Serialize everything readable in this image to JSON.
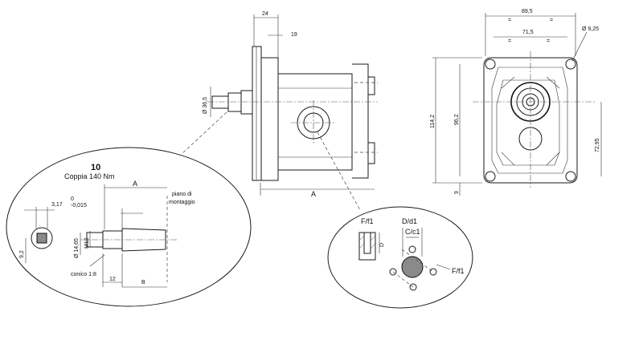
{
  "side_view": {
    "dim_24": "24",
    "dim_19": "19",
    "dim_d365": "Ø 36,5",
    "label_A": "A"
  },
  "front_view": {
    "dim_895": "89,5",
    "dim_715": "71,5",
    "dim_d925": "Ø 9,25",
    "dim_1142": "114,2",
    "dim_962": "96,2",
    "dim_7295": "72,95",
    "dim_9": "9",
    "eq_marks": [
      "=",
      "=",
      "=",
      "="
    ]
  },
  "shaft_detail": {
    "number": "10",
    "torque": "Coppia 140 Nm",
    "dim_A": "A",
    "piano_line1": "piano di",
    "piano_line2": "montaggio",
    "key_width": "3,17",
    "tol_upper": "0",
    "tol_lower": "-0,015",
    "dim_d1465": "Ø 14,65",
    "thread": "M12",
    "dim_92": "9,2",
    "conico": "conico 1:8",
    "dim_12": "12",
    "dim_B": "B"
  },
  "port_detail": {
    "ff1_top": "F/f1",
    "dd1": "D/d1",
    "cc1": "C/c1",
    "label_D": "D",
    "ff1_right": "F/f1"
  }
}
